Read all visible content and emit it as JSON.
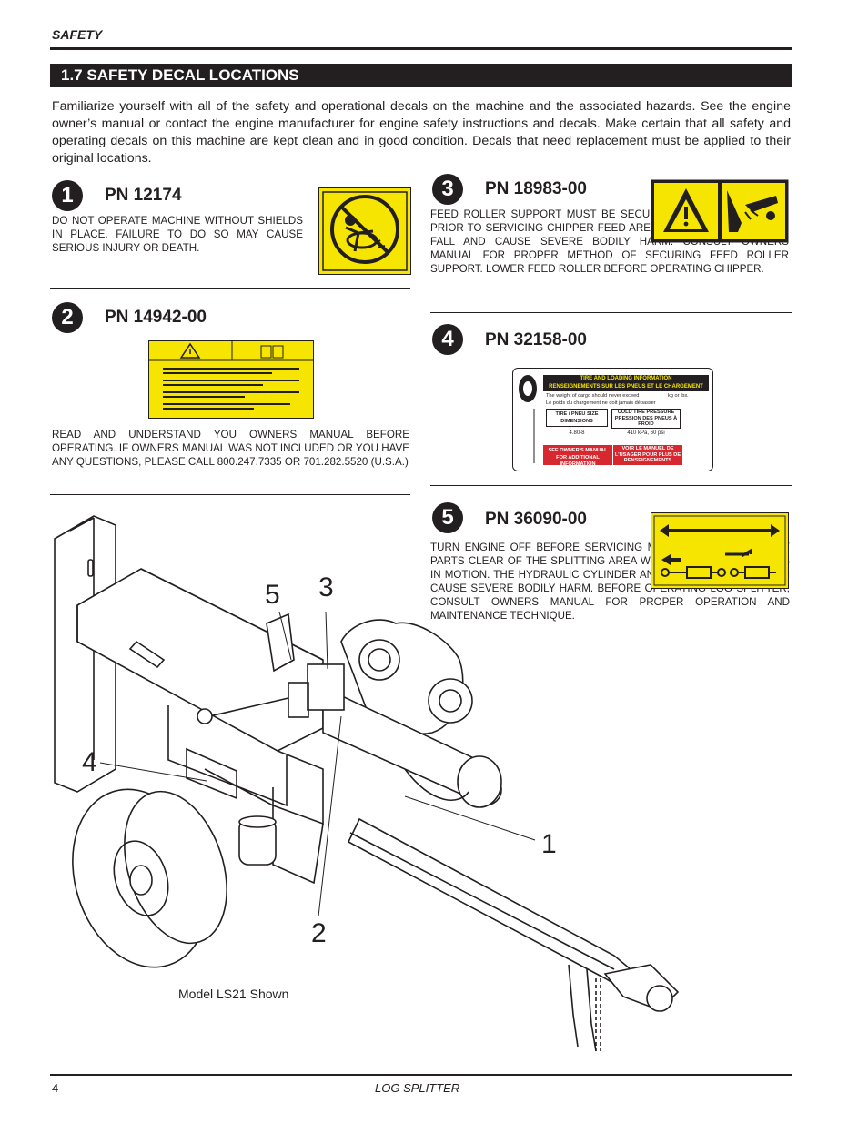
{
  "header": {
    "section_label": "SAFETY"
  },
  "section": {
    "title": "1.7  SAFETY DECAL LOCATIONS"
  },
  "intro": "Familiarize yourself with all of the safety and operational decals on the machine and the associated hazards.  See the engine owner’s manual or contact the engine manufacturer for engine safety instructions and decals.  Make certain that all safety and operating decals on this machine are kept clean and in good condition. Decals that need replacement must be applied to their original locations.",
  "decals": [
    {
      "number": "1",
      "pn": "PN 12174",
      "text": "Do not operate machine without shields in place.  Failure to do so may cause serious injury or death."
    },
    {
      "number": "2",
      "pn": "PN 14942-00",
      "text": "Read and understand you owners manual before operating.  If owners manual was not included or you have any questions, please call 800.247.7335 or 701.282.5520 (U.S.A.)"
    },
    {
      "number": "3",
      "pn": "PN 18983-00",
      "text": "Feed roller support must be secured in the up position prior to servicing chipper feed area. The feed roller can fall and cause severe bodily harm. Consult owners manual for proper method of securing feed roller support. Lower feed roller before operating chipper."
    },
    {
      "number": "4",
      "pn": "PN 32158-00",
      "text": ""
    },
    {
      "number": "5",
      "pn": "PN 36090-00",
      "text": "Turn engine off before servicing machine. Keep all body parts clear of the splitting area while splitting wedge is in motion. The hydraulic cylinder and splitting wedge can cause severe bodily harm. Before operating log splitter, consult owners manual for proper operation and maintenance technique."
    }
  ],
  "tire_decal": {
    "title_en": "TIRE AND LOADING INFORMATION",
    "title_fr": "RENSEIGNEMENTS SUR LES PNEUS ET LE CHARGEMENT",
    "weight_en": "The weight of cargo should never exceed",
    "weight_fr": "Le poids du chargement ne doit jamais dépasser",
    "unit_lbs": "lbs.",
    "unit_kg": "kg or",
    "col1_header": "TIRE / PNEU SIZE DIMENSIONS",
    "col2_header": "COLD TIRE PRESSURE PRESSION DES PNEUS À FROID",
    "tire_size": "4.80-8",
    "pressure": "410 kPa, 60 psi",
    "see_en": "SEE OWNER'S MANUAL FOR ADDITIONAL INFORMATION",
    "see_fr": "VOIR LE MANUEL DE L'USAGER POUR PLUS DE RENSEIGNEMENTS"
  },
  "diagram": {
    "callouts": [
      "5",
      "3",
      "4",
      "1",
      "2"
    ],
    "caption": "Model LS21 Shown"
  },
  "footer": {
    "page_number": "4",
    "title": "LOG SPLITTER"
  },
  "colors": {
    "decal_yellow": "#f6e500",
    "ink": "#231f20"
  }
}
